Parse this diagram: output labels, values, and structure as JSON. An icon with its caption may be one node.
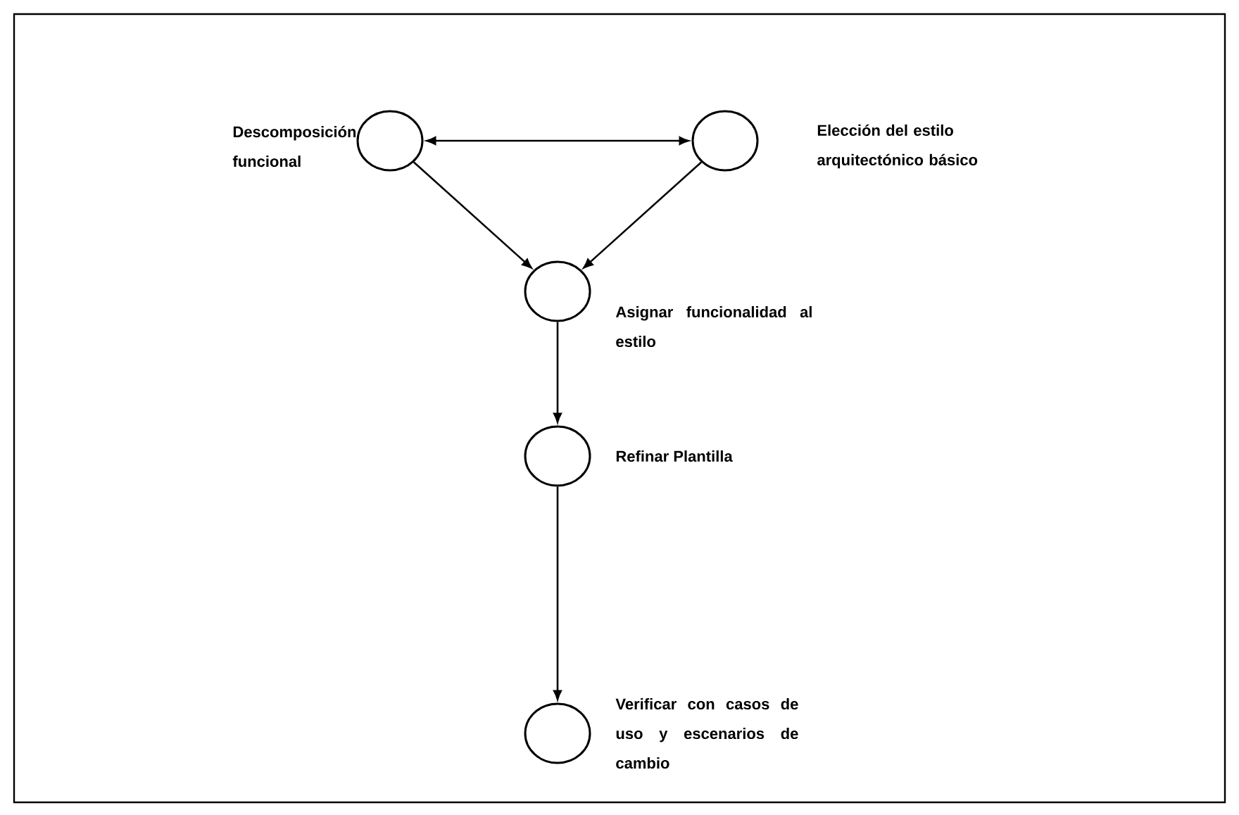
{
  "diagram": {
    "nodes": [
      {
        "text": [],
        "shape": "circle",
        "beside": [
          "Descomposición funcional"
        ]
      },
      {
        "text": [],
        "shape": "circle",
        "beside": [
          "Elección del estilo arquitectónico básico"
        ]
      },
      {
        "text": [],
        "shape": "circle",
        "beside": [
          "Asignar funcionalidad al estilo"
        ]
      },
      {
        "text": [],
        "shape": "circle",
        "beside": [
          "Refinar Plantilla"
        ]
      },
      {
        "text": [],
        "shape": "circle",
        "beside": [
          "Verificar con casos de uso y escenarios de cambio"
        ]
      }
    ],
    "edges": [
      {
        "from": 0,
        "to": 1,
        "arrow": "both"
      },
      {
        "from": 0,
        "to": 2,
        "arrow": "to"
      },
      {
        "from": 1,
        "to": 2,
        "arrow": "to"
      },
      {
        "from": 2,
        "to": 3,
        "arrow": "to"
      },
      {
        "from": 3,
        "to": 4,
        "arrow": "to"
      }
    ]
  }
}
